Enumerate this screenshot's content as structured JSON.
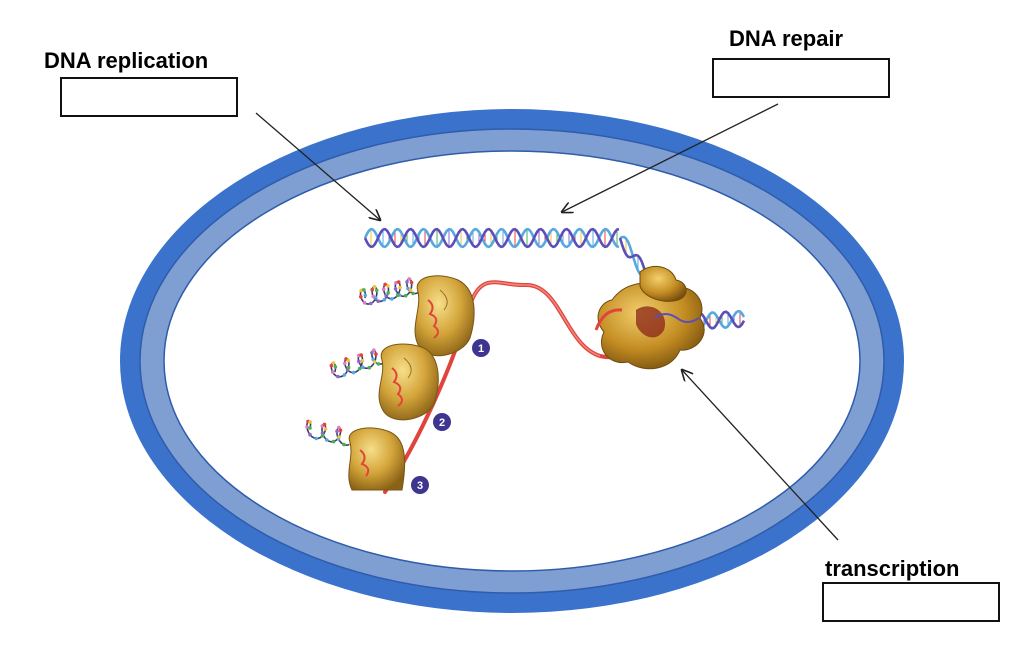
{
  "labels": {
    "dna_replication": "DNA replication",
    "dna_repair": "DNA repair",
    "transcription": "transcription"
  },
  "ribosome_numbers": [
    "1",
    "2",
    "3"
  ],
  "colors": {
    "membrane_outer": "#3a72cc",
    "membrane_inner": "#7f9fd3",
    "cytoplasm": "#ffffff",
    "mrna": "#e0443c",
    "dna_strand_a": "#5a4fb8",
    "dna_strand_b": "#58a8e0",
    "ribosome": "#c89a2c",
    "rna_polymerase": "#b8841e",
    "number_badge": "#3d3590"
  }
}
